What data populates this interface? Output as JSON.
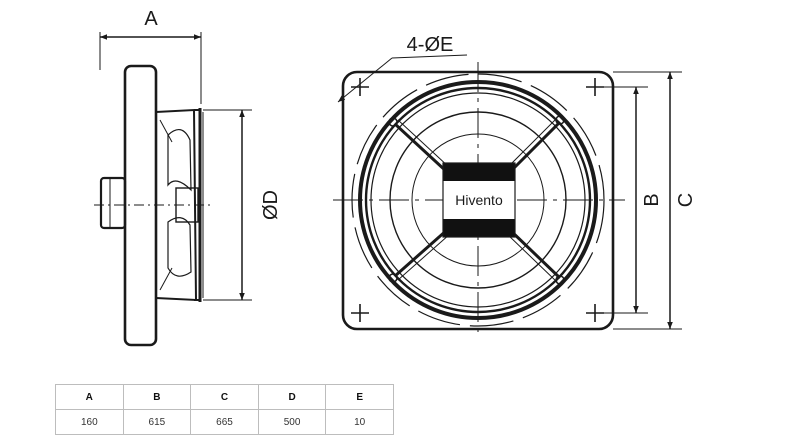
{
  "diagram": {
    "labels": {
      "side_width": "A",
      "diameter": "ØD",
      "holes": "4-ØE",
      "hole_spacing": "B",
      "plate_size": "C"
    },
    "brand": "Hivento"
  },
  "spec_table": {
    "headers": [
      "A",
      "B",
      "C",
      "D",
      "E"
    ],
    "values": [
      "160",
      "615",
      "665",
      "500",
      "10"
    ]
  }
}
